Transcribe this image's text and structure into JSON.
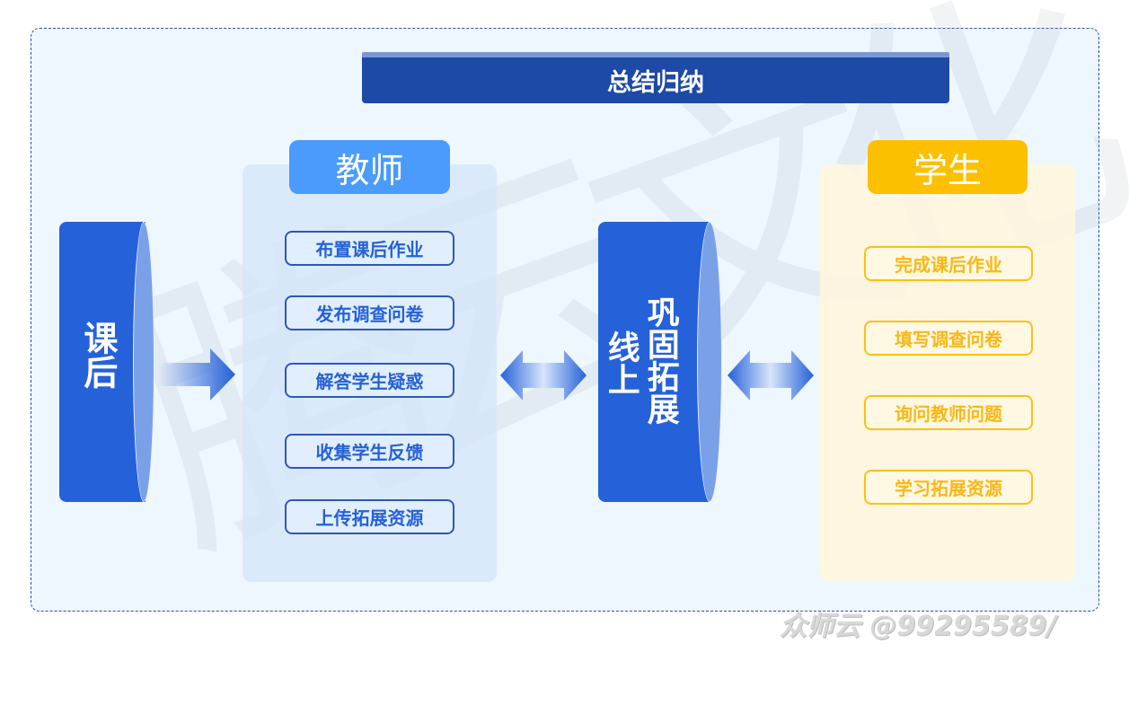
{
  "title": "总结归纳",
  "left_cylinder": {
    "label": "课后"
  },
  "center_cylinder": {
    "label_col1": "线上",
    "label_col2": "巩固拓展"
  },
  "teacher": {
    "header": "教师",
    "items": [
      "布置课后作业",
      "发布调查问卷",
      "解答学生疑惑",
      "收集学生反馈",
      "上传拓展资源"
    ]
  },
  "student": {
    "header": "学生",
    "items": [
      "完成课后作业",
      "填写调查问卷",
      "询问教师问题",
      "学习拓展资源"
    ]
  },
  "watermark": {
    "background": "腾云文化",
    "footer": "众师云 @99295589/"
  },
  "colors": {
    "title_bar": "#1d49a7",
    "cylinder": "#2561d9",
    "teacher_header": "#4a9bfb",
    "teacher_text": "#2561d8",
    "student_header": "#fdc000",
    "student_text": "#fbb714",
    "frame_border": "#2f4fa3",
    "background": "#eef6fe"
  }
}
